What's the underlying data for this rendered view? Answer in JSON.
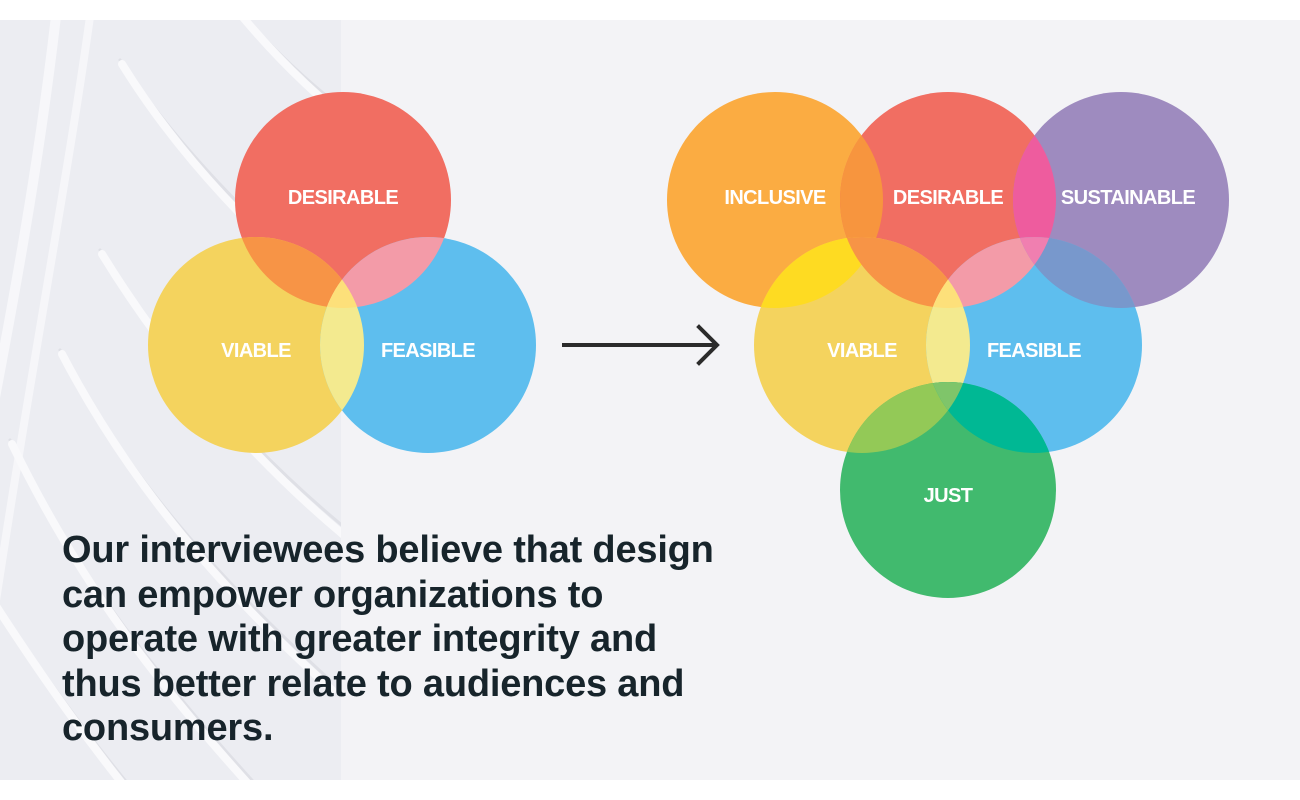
{
  "diagram": {
    "before": {
      "circles": [
        {
          "id": "desirable",
          "label": "DESIRABLE",
          "color": "#f16e62"
        },
        {
          "id": "viable",
          "label": "VIABLE",
          "color": "#f4d35e"
        },
        {
          "id": "feasible",
          "label": "FEASIBLE",
          "color": "#5ebeee"
        }
      ],
      "overlap_colors": {
        "desirable_viable": "#f79446",
        "desirable_feasible": "#f39ba8",
        "viable_feasible": "#f3ea8f",
        "desirable_viable_feasible": "#fde07a"
      }
    },
    "arrow": {
      "direction": "right",
      "color": "#2b2b2b"
    },
    "after": {
      "circles": [
        {
          "id": "inclusive",
          "label": "INCLUSIVE",
          "color": "#fbac42"
        },
        {
          "id": "desirable",
          "label": "DESIRABLE",
          "color": "#f16e62"
        },
        {
          "id": "sustainable",
          "label": "SUSTAINABLE",
          "color": "#9e8bbf"
        },
        {
          "id": "viable",
          "label": "VIABLE",
          "color": "#f4d35e"
        },
        {
          "id": "feasible",
          "label": "FEASIBLE",
          "color": "#5ebeee"
        },
        {
          "id": "just",
          "label": "JUST",
          "color": "#41ba6e"
        }
      ],
      "overlap_colors": {
        "inclusive_desirable": "#f7953e",
        "desirable_sustainable": "#ee5c9e",
        "inclusive_viable": "#fedb22",
        "sustainable_feasible": "#7898cc",
        "desirable_viable": "#f79446",
        "desirable_feasible": "#f39ba8",
        "desirable_sustainable_feasible": "#f07fb0",
        "viable_feasible": "#f3ea8f",
        "desirable_viable_feasible": "#fde07a",
        "viable_just": "#93c957",
        "feasible_just": "#00b894",
        "viable_feasible_just": "#7fc56a"
      }
    }
  },
  "headline": {
    "lines": [
      "Our interviewees believe that design",
      "can empower organizations to",
      "operate with greater integrity and",
      "thus better relate to audiences and",
      "consumers."
    ]
  },
  "colors": {
    "background": "#f3f3f6",
    "texture_panel": "#ecedf2",
    "text": "#17242b",
    "label": "#ffffff"
  }
}
